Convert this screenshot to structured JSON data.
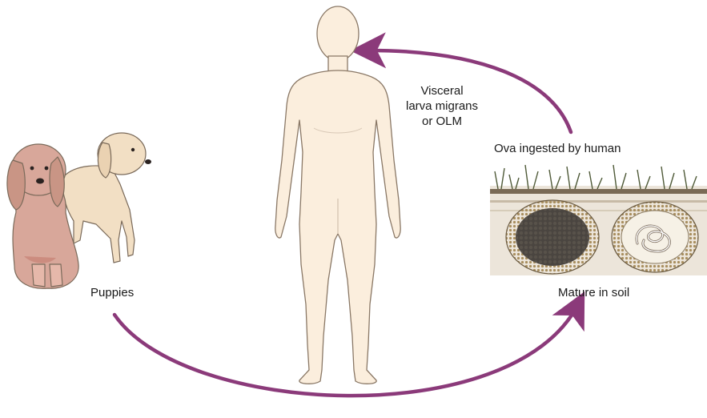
{
  "labels": {
    "visceral_line1": "Visceral",
    "visceral_line2": "larva migrans",
    "visceral_line3": "or OLM",
    "ova_ingested": "Ova ingested by human",
    "puppies": "Puppies",
    "mature_in_soil": "Mature in soil"
  },
  "colors": {
    "arrow": "#8b3a7a",
    "skin": "#fbeedd",
    "outline": "#7a6a5a",
    "dog_front": "#d9a99c",
    "dog_back": "#f0dcc0",
    "soil": "#e6ded2",
    "egg_dark": "#4a4540",
    "egg_shell": "#c9b58a"
  },
  "icons": [
    "human-figure-icon",
    "puppies-icon",
    "soil-cross-section-icon",
    "embryonated-egg-icon",
    "larvated-egg-icon",
    "grass-icon"
  ]
}
